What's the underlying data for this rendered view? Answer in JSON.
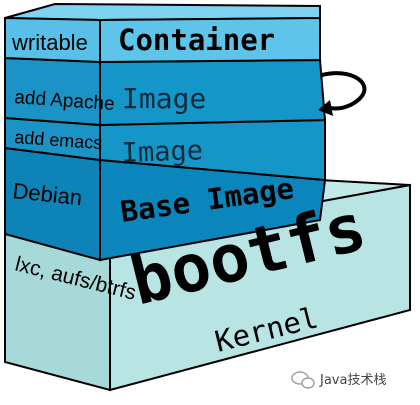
{
  "layers": {
    "writable": {
      "side": "writable",
      "front": "Container"
    },
    "apache": {
      "side": "add Apache",
      "front": "Image"
    },
    "emacs": {
      "side": "add emacs",
      "front": "Image"
    },
    "debian": {
      "side": "Debian",
      "front": "Base Image"
    },
    "bootfs": {
      "side": "lxc, aufs/btrfs",
      "top": "bootfs",
      "front": "Kernel"
    }
  },
  "watermark": {
    "text": "Java技术栈"
  },
  "colors": {
    "writable": "#5ec4ea",
    "image": "#1596c8",
    "base": "#0a86bd",
    "kernel": "#b4e1e1",
    "outline": "#000000"
  }
}
